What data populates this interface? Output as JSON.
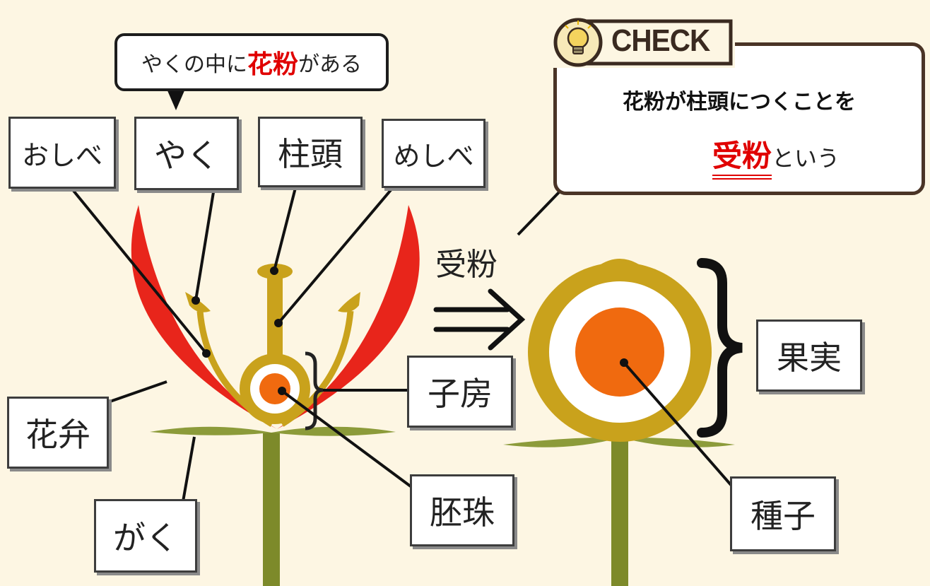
{
  "labels": {
    "stamen": "おしべ",
    "anther": "やく",
    "stigma": "柱頭",
    "pistil": "めしべ",
    "petal": "花弁",
    "sepal": "がく",
    "ovary": "子房",
    "ovule": "胚珠",
    "fruit": "果実",
    "seed": "種子"
  },
  "anther_bubble": {
    "prefix": "やくの中に",
    "highlight": "花粉",
    "suffix": "がある"
  },
  "check": {
    "title": "CHECK",
    "line1": "花粉が柱頭につくことを",
    "term": "受粉",
    "line2_suffix": "という",
    "icon": "lightbulb-icon"
  },
  "process_arrow": {
    "label": "受粉",
    "symbol": "⇒"
  },
  "colors": {
    "background": "#fdf6e3",
    "petal": "#e8251b",
    "pistil": "#c9a21c",
    "ovule": "#f06a0f",
    "sepal": "#8c9b3a",
    "stem": "#7d8a2a",
    "highlight": "#e00000"
  }
}
